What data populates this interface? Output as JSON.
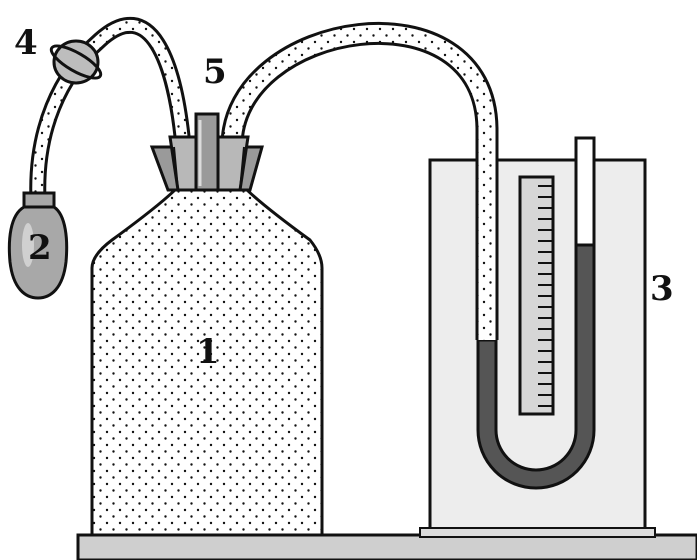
{
  "labels": {
    "bottle": "1",
    "bulb": "2",
    "manometer": "3",
    "valve": "4",
    "stopper_tube": "5"
  },
  "colors": {
    "outline": "#111111",
    "liquid": "#555555",
    "fill_light": "#f2f2f2",
    "box_fill": "#ededed",
    "scale_fill": "#d6d6d6",
    "valve_fill": "#bdbdbd",
    "bulb_fill": "#a8a8a8",
    "stopper_fill": "#9a9a9a",
    "base_fill": "#cfcfcf"
  },
  "icons": {
    "bottle": "dotted-bottle",
    "bulb": "rubber-bulb",
    "valve": "stopcock-valve",
    "manometer": "u-tube-manometer"
  }
}
